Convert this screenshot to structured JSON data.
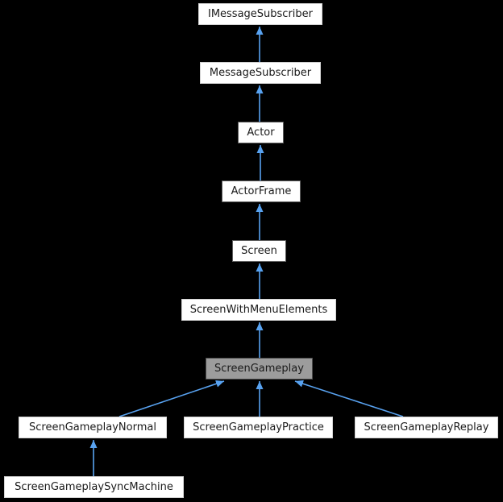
{
  "diagram": {
    "kind": "class-inheritance-graph",
    "highlighted_node": "ScreenGameplay",
    "nodes": {
      "imessagesubscriber": {
        "label": "IMessageSubscriber"
      },
      "messagesubscriber": {
        "label": "MessageSubscriber"
      },
      "actor": {
        "label": "Actor"
      },
      "actorframe": {
        "label": "ActorFrame"
      },
      "screen": {
        "label": "Screen"
      },
      "screenwithmenuelements": {
        "label": "ScreenWithMenuElements"
      },
      "screengameplay": {
        "label": "ScreenGameplay"
      },
      "screengameplaynormal": {
        "label": "ScreenGameplayNormal"
      },
      "screengameplaypractice": {
        "label": "ScreenGameplayPractice"
      },
      "screengameplayreplay": {
        "label": "ScreenGameplayReplay"
      },
      "screengameplaysyncmachine": {
        "label": "ScreenGameplaySyncMachine"
      }
    },
    "edges": [
      {
        "from": "MessageSubscriber",
        "to": "IMessageSubscriber"
      },
      {
        "from": "Actor",
        "to": "MessageSubscriber"
      },
      {
        "from": "ActorFrame",
        "to": "Actor"
      },
      {
        "from": "Screen",
        "to": "ActorFrame"
      },
      {
        "from": "ScreenWithMenuElements",
        "to": "Screen"
      },
      {
        "from": "ScreenGameplay",
        "to": "ScreenWithMenuElements"
      },
      {
        "from": "ScreenGameplayNormal",
        "to": "ScreenGameplay"
      },
      {
        "from": "ScreenGameplayPractice",
        "to": "ScreenGameplay"
      },
      {
        "from": "ScreenGameplayReplay",
        "to": "ScreenGameplay"
      },
      {
        "from": "ScreenGameplaySyncMachine",
        "to": "ScreenGameplayNormal"
      }
    ],
    "colors": {
      "background": "#000000",
      "node_fill": "#ffffff",
      "node_text": "#1a1a1a",
      "border_light": "#d3d3d3",
      "border_dark": "#5f5f5f",
      "highlight_fill": "#9c9c9c",
      "highlight_border": "#4c4c4c",
      "edge": "#58a2f0"
    }
  }
}
